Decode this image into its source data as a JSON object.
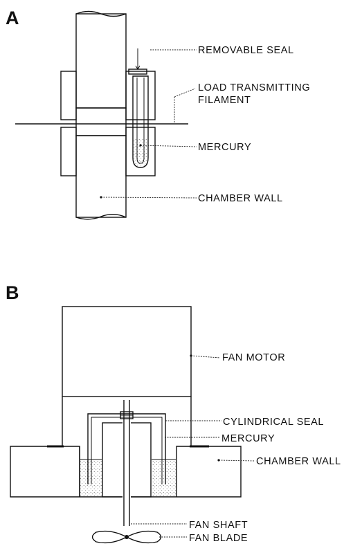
{
  "panel_a": {
    "letter": "A",
    "labels": {
      "removable_seal": "REMOVABLE SEAL",
      "load_line1": "LOAD TRANSMITTING",
      "load_line2": "FILAMENT",
      "mercury": "MERCURY",
      "chamber_wall": "CHAMBER WALL"
    }
  },
  "panel_b": {
    "letter": "B",
    "labels": {
      "fan_motor": "FAN MOTOR",
      "cylindrical_seal": "CYLINDRICAL SEAL",
      "mercury": "MERCURY",
      "chamber_wall": "CHAMBER WALL",
      "fan_shaft": "FAN SHAFT",
      "fan_blade": "FAN BLADE"
    }
  }
}
